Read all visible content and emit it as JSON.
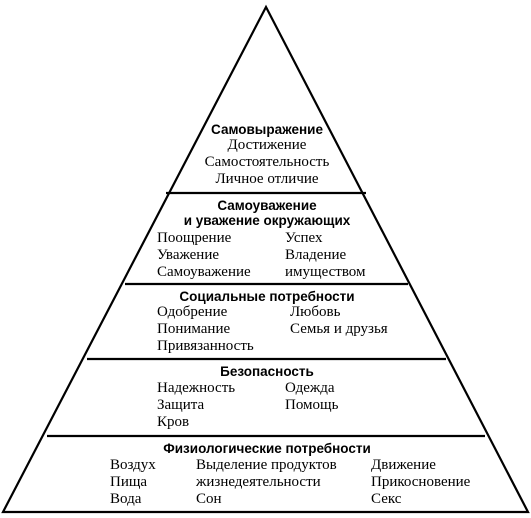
{
  "pyramid": {
    "levels": [
      {
        "title": "Самовыражение",
        "items": [
          "Достижение",
          "Самостоятельность",
          "Личное отличие"
        ]
      },
      {
        "title_line1": "Самоуважение",
        "title_line2": "и уважение окружающих",
        "col1": [
          "Поощрение",
          "Уважение",
          "Самоуважение"
        ],
        "col2": [
          "Успех",
          "Владение",
          "имуществом"
        ]
      },
      {
        "title": "Социальные потребности",
        "col1": [
          "Одобрение",
          "Понимание",
          "Привязанность"
        ],
        "col2": [
          "Любовь",
          "Семья и друзья"
        ]
      },
      {
        "title": "Безопасность",
        "col1": [
          "Надежность",
          "Защита",
          "Кров"
        ],
        "col2": [
          "Одежда",
          "Помощь"
        ]
      },
      {
        "title": "Физиологические потребности",
        "col1": [
          "Воздух",
          "Пища",
          "Вода"
        ],
        "col2": [
          "Выделение продуктов",
          "жизнедеятельности",
          "Сон"
        ],
        "col3": [
          "Движение",
          "Прикосновение",
          "Секс"
        ]
      }
    ]
  }
}
